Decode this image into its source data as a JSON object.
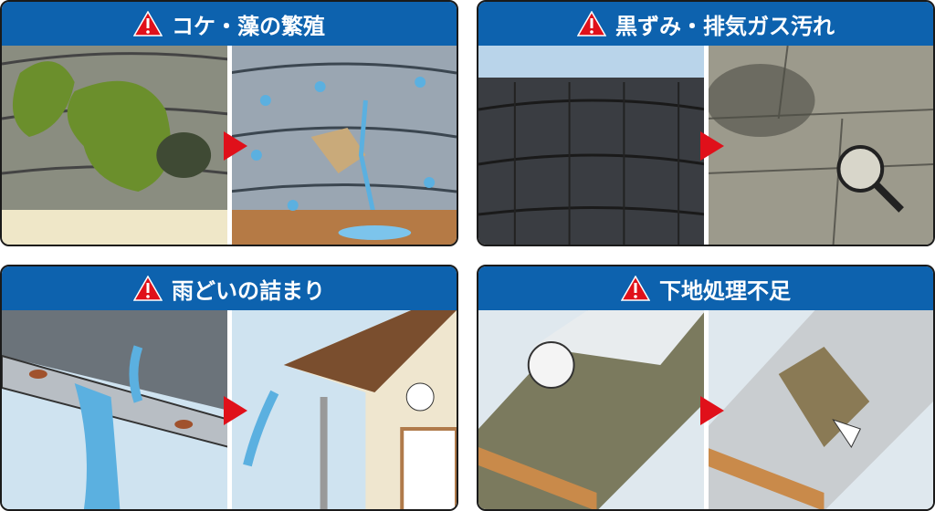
{
  "panels": [
    {
      "title": "コケ・藻の繁殖",
      "icon": "warning-icon"
    },
    {
      "title": "黒ずみ・排気ガス汚れ",
      "icon": "warning-icon"
    },
    {
      "title": "雨どいの詰まり",
      "icon": "warning-icon"
    },
    {
      "title": "下地処理不足",
      "icon": "warning-icon"
    }
  ],
  "colors": {
    "header": "#0d62ae",
    "warning": "#e0101a",
    "arrow": "#e0101a"
  }
}
